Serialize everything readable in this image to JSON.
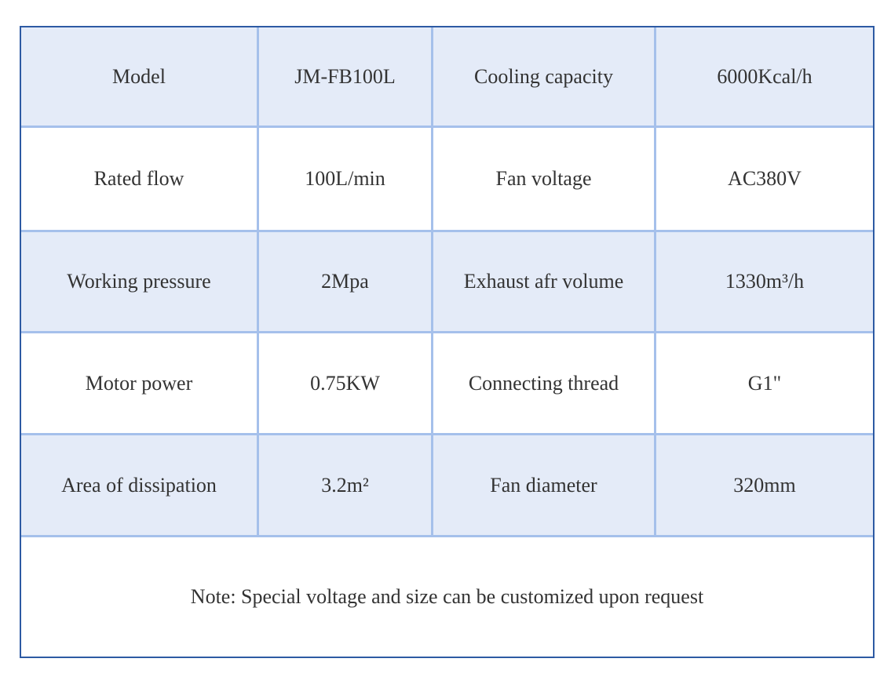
{
  "table": {
    "rows": [
      [
        "Model",
        "JM-FB100L",
        "Cooling capacity",
        "6000Kcal/h"
      ],
      [
        "Rated flow",
        "100L/min",
        "Fan voltage",
        "AC380V"
      ],
      [
        "Working pressure",
        "2Mpa",
        "Exhaust afr volume",
        "1330m³/h"
      ],
      [
        "Motor power",
        "0.75KW",
        "Connecting thread",
        "G1\""
      ],
      [
        "Area of dissipation",
        "3.2m²",
        "Fan diameter",
        "320mm"
      ]
    ],
    "note": "Note: Special voltage and size can be customized upon request"
  },
  "colors": {
    "border": "#2d5aa3",
    "grid": "#a5c0eb",
    "shaded_row": "#e4ebf8",
    "text": "#333333"
  }
}
